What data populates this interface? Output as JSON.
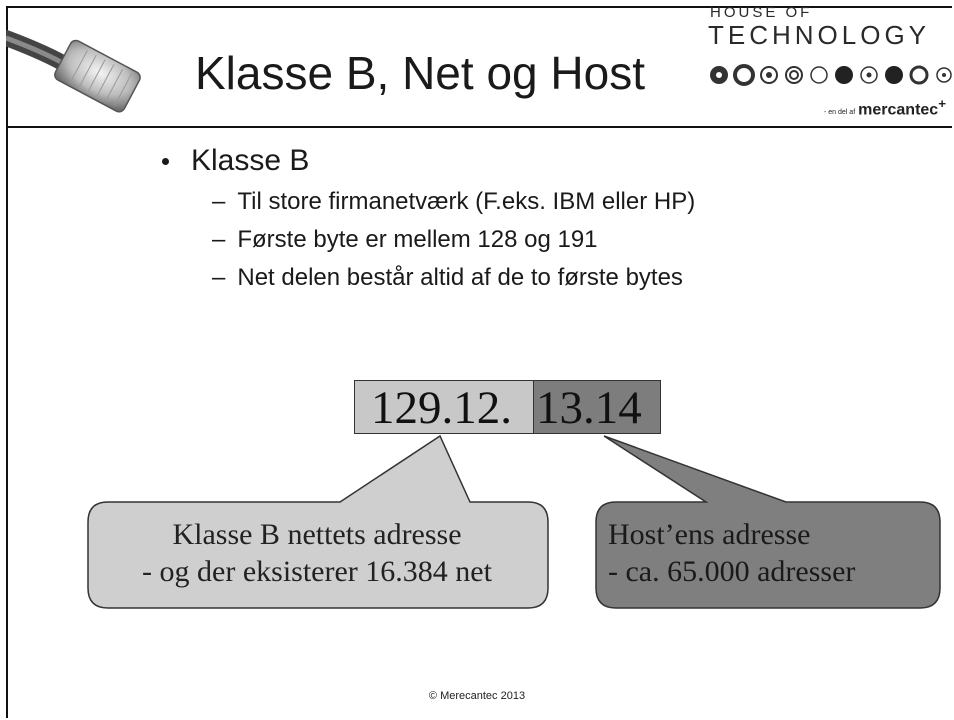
{
  "slide": {
    "title": "Klasse B, Net og Host",
    "logo": {
      "line1": "HOUSE OF",
      "line2": "TECHNOLOGY",
      "tag_prefix": "- en del af",
      "tag_brand": "mercantec"
    },
    "bullet": "Klasse B",
    "sub_bullets": [
      "Til store firmanetværk (F.eks. IBM eller HP)",
      "Første byte er mellem 128 og 191",
      "Net delen består altid af de to første bytes"
    ],
    "ip": {
      "net_part": "129.12.",
      "host_part": "13.14"
    },
    "callout_net": {
      "line1": "Klasse B nettets adresse",
      "line2": "- og der eksisterer 16.384 net"
    },
    "callout_host": {
      "line1": "Host’ens adresse",
      "line2": "- ca. 65.000 adresser"
    },
    "footer": "© Merecantec 2013"
  },
  "colors": {
    "net_fill": "#c8c8c8",
    "host_fill": "#7d7d7d",
    "callout_net_fill": "#cfcfcf",
    "callout_host_fill": "#7f7f7f"
  },
  "icons": [
    "network-cable-icon"
  ]
}
